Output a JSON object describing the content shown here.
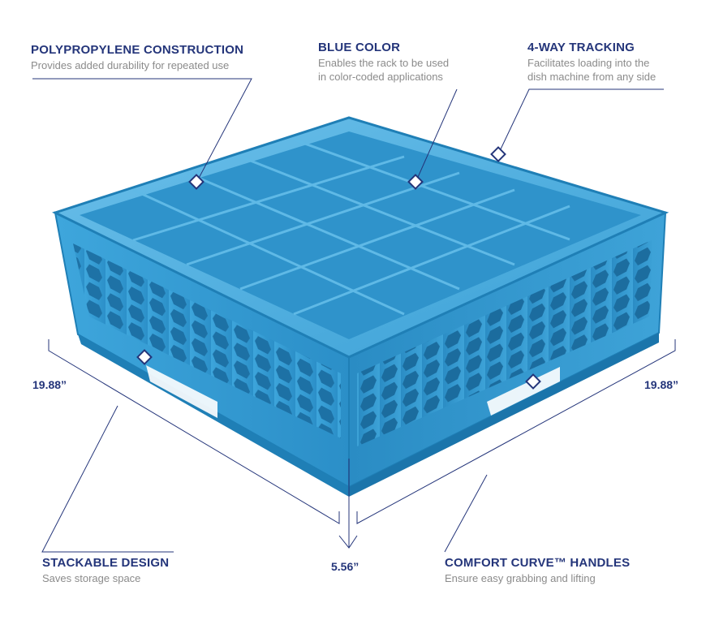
{
  "callouts": {
    "construction": {
      "title": "POLYPROPYLENE CONSTRUCTION",
      "desc": "Provides added durability for repeated use"
    },
    "color": {
      "title": "BLUE COLOR",
      "desc_1": "Enables the rack to be used",
      "desc_2": "in color-coded applications"
    },
    "tracking": {
      "title": "4-WAY TRACKING",
      "desc_1": "Facilitates loading into the",
      "desc_2": "dish machine from any side"
    },
    "stackable": {
      "title": "STACKABLE DESIGN",
      "desc": "Saves storage space"
    },
    "handles": {
      "title": "COMFORT CURVE™ HANDLES",
      "desc": "Ensure easy grabbing and lifting"
    }
  },
  "dimensions": {
    "left": "19.88”",
    "right": "19.88”",
    "height": "5.56”"
  },
  "colors": {
    "navy": "#24357a",
    "rack_blue": "#3aa0d6",
    "rack_dark": "#1f7fb6",
    "rack_light": "#6cc0ea",
    "gray_text": "#8b8b8b"
  },
  "icons": {
    "rack": "dish-rack-illustration",
    "marker": "diamond-marker"
  }
}
